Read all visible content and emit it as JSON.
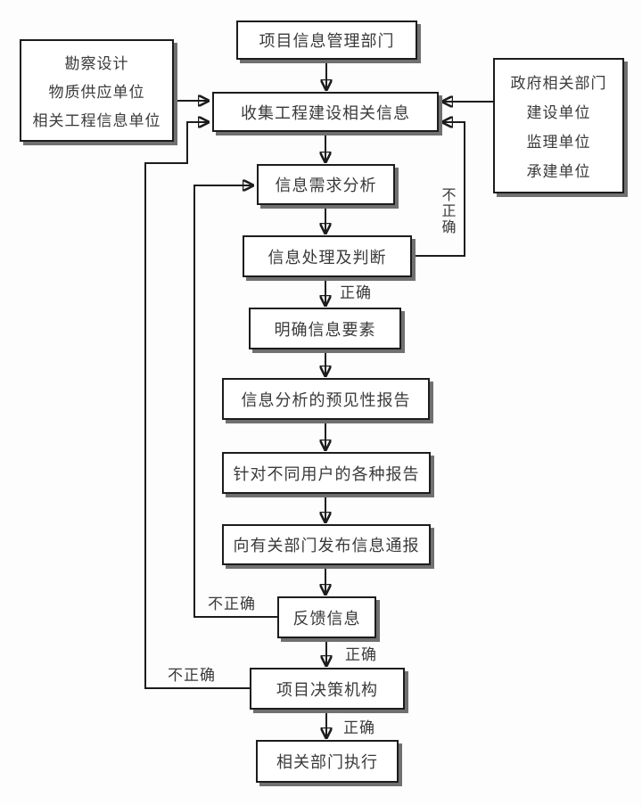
{
  "colors": {
    "background": "#fdfdfd",
    "box_fill": "#ffffff",
    "box_border": "#1c1c1c",
    "box_shadow": "#707070",
    "connector_line": "#1c1c1c",
    "text": "#3a3a3a"
  },
  "nodes": {
    "top_department": {
      "label": "项目信息管理部门"
    },
    "collect_info": {
      "label": "收集工程建设相关信息"
    },
    "left_sources": {
      "lines": [
        "勘察设计",
        "物质供应单位",
        "相关工程信息单位"
      ]
    },
    "right_sources": {
      "lines": [
        "政府相关部门",
        "建设单位",
        "监理单位",
        "承建单位"
      ]
    },
    "demand_analysis": {
      "label": "信息需求分析"
    },
    "processing_judgment": {
      "label": "信息处理及判断"
    },
    "clarify_elements": {
      "label": "明确信息要素"
    },
    "predictive_report": {
      "label": "信息分析的预见性报告"
    },
    "user_reports": {
      "label": "针对不同用户的各种报告"
    },
    "publish_bulletin": {
      "label": "向有关部门发布信息通报"
    },
    "feedback_info": {
      "label": "反馈信息"
    },
    "decision_body": {
      "label": "项目决策机构"
    },
    "execute_departments": {
      "label": "相关部门执行"
    }
  },
  "edge_labels": {
    "processing_correct": "正确",
    "processing_incorrect": "不正确",
    "feedback_incorrect": "不正确",
    "feedback_correct": "正确",
    "decision_incorrect": "不正确",
    "decision_correct": "正确"
  }
}
